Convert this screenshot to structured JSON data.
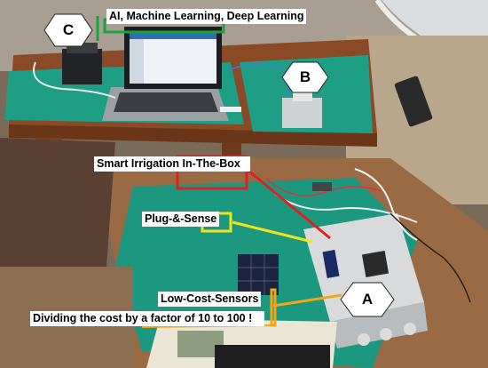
{
  "labels": {
    "ai": "AI, Machine Learning, Deep Learning",
    "smart_irrigation": "Smart Irrigation In-The-Box",
    "plug_and_sense": "Plug-&-Sense",
    "low_cost_sensors": "Low-Cost-Sensors",
    "cost_reduction": "Dividing the cost by a factor of 10 to 100 !"
  },
  "markers": {
    "a": "A",
    "b": "B",
    "c": "C"
  },
  "colors": {
    "ai_line": "#1aa33a",
    "irrigation_line": "#e02020",
    "plug_line": "#f2e41a",
    "sensors_line": "#f0a818",
    "mat": "#1f9e86",
    "desk": "#8a4a26"
  }
}
